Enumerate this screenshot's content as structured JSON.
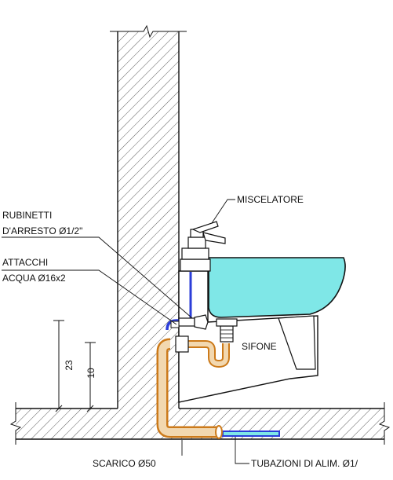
{
  "labels": {
    "mixer": "MISCELATORE",
    "shutoff_valves_line1": "RUBINETTI",
    "shutoff_valves_line2": "D'ARRESTO Ø1/2\"",
    "water_fittings_line1": "ATTACCHI",
    "water_fittings_line2": "ACQUA Ø16x2",
    "siphon": "SIFONE",
    "drain": "SCARICO Ø50",
    "supply_pipes": "TUBAZIONI DI ALIM. Ø1/"
  },
  "dimensions": {
    "outer_height": "23",
    "inner_height": "10"
  },
  "colors": {
    "basin_fill": "#7fe7e7",
    "drain_pipe": "#cc7a1a",
    "drain_pipe_inner": "#f2d8b0",
    "supply_pipe": "#2b3dd8",
    "outline": "#111111",
    "hatch": "#222222"
  }
}
